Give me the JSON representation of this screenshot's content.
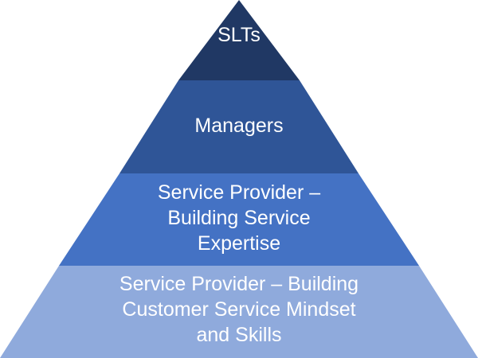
{
  "pyramid": {
    "tiers": [
      {
        "lines": [
          "SLTs"
        ],
        "color": "#203864"
      },
      {
        "lines": [
          "Managers"
        ],
        "color": "#2f5597"
      },
      {
        "lines": [
          "Service Provider –",
          "Building Service",
          "Expertise"
        ],
        "color": "#4472c4"
      },
      {
        "lines": [
          "Service Provider – Building",
          "Customer Service Mindset",
          "and Skills"
        ],
        "color": "#8faadc"
      }
    ]
  }
}
